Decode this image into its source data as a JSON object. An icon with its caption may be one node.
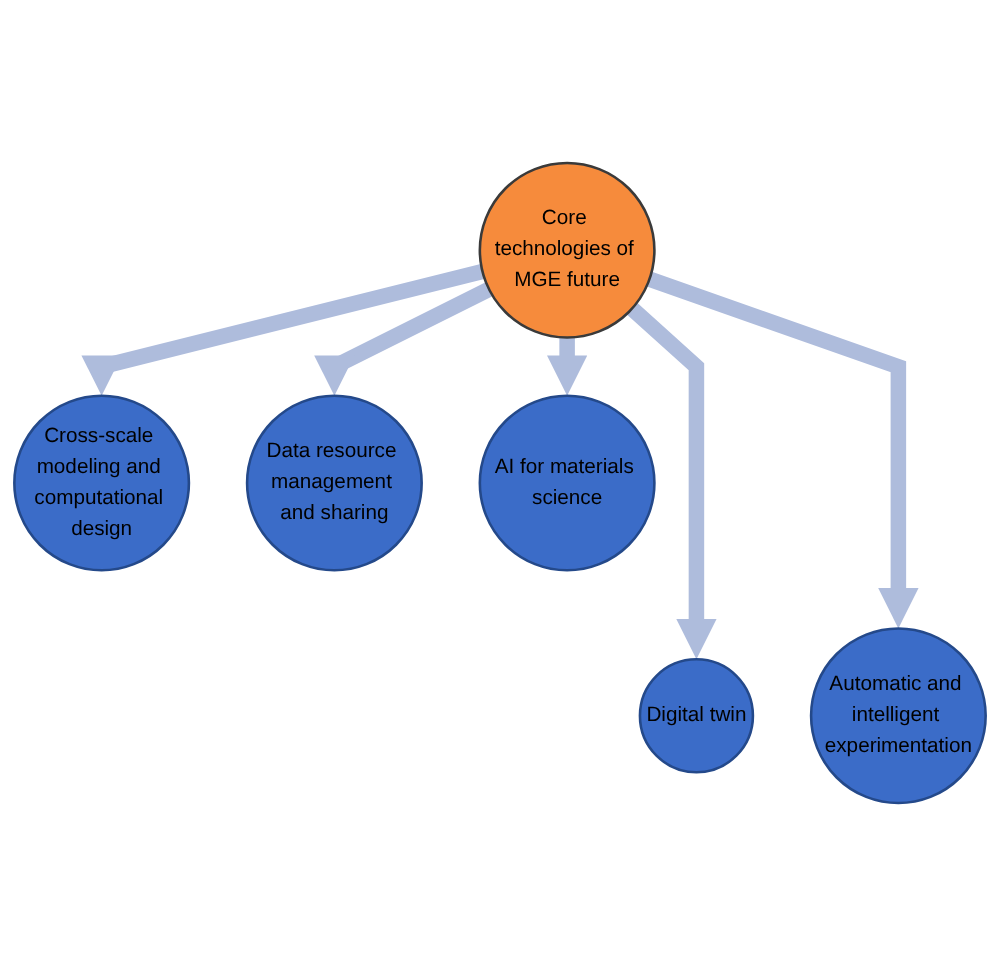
{
  "diagram": {
    "nodes": [
      {
        "text": [
          "Cross-scale modeling and computational design"
        ]
      },
      {
        "text": [
          "Data resource management and sharing"
        ]
      },
      {
        "text": [
          "Core technologies of MGE future"
        ]
      },
      {
        "text": [
          "AI for materials science"
        ]
      },
      {
        "text": [
          "Digital twin"
        ]
      },
      {
        "text": [
          "Automatic and intelligent experimentation"
        ]
      }
    ],
    "edges": [
      {
        "from": 2,
        "to": 1,
        "arrow": "to"
      },
      {
        "from": 2,
        "to": 4,
        "arrow": "to"
      },
      {
        "from": 2,
        "to": 0,
        "arrow": "to"
      },
      {
        "from": 2,
        "to": 5,
        "arrow": "to"
      },
      {
        "from": 2,
        "to": 3,
        "arrow": "to"
      }
    ]
  }
}
